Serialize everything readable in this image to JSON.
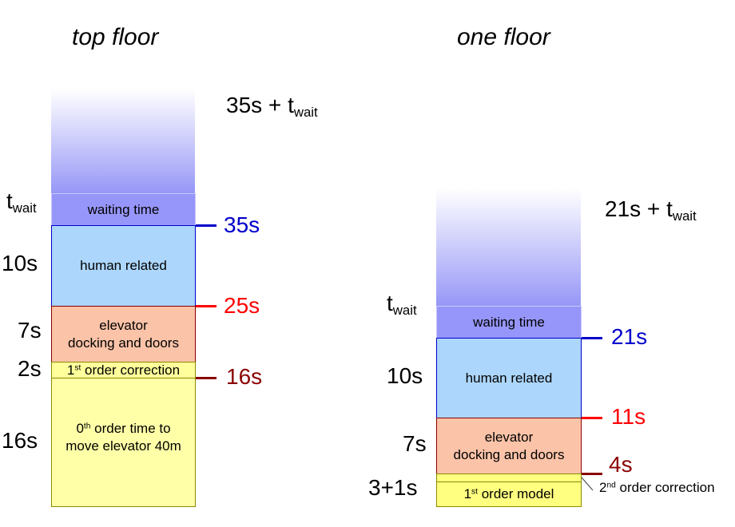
{
  "left": {
    "title": "top floor",
    "total": "35s + ",
    "total_sub_t": "t",
    "total_sub": "wait",
    "segments": {
      "waiting": {
        "label": "waiting time",
        "side_t": "t",
        "side_sub": "wait"
      },
      "human": {
        "label": "human related",
        "side": "10s"
      },
      "elevator": {
        "label1": "elevator",
        "label2": "docking and doors",
        "side": "7s"
      },
      "first": {
        "label_pre": "1",
        "label_sup": "st",
        "label_post": " order correction",
        "side": "2s"
      },
      "zero": {
        "label_pre": "0",
        "label_sup": "th",
        "label_post": " order time to",
        "label2": "move elevator 40m",
        "side": "16s"
      }
    },
    "markers": [
      {
        "label": "35s",
        "color": "#0000cc"
      },
      {
        "label": "25s",
        "color": "#ff0000"
      },
      {
        "label": "16s",
        "color": "#8b0000"
      }
    ]
  },
  "right": {
    "title": "one floor",
    "total": "21s + ",
    "total_sub_t": "t",
    "total_sub": "wait",
    "segments": {
      "waiting": {
        "label": "waiting time",
        "side_t": "t",
        "side_sub": "wait"
      },
      "human": {
        "label": "human related",
        "side": "10s"
      },
      "elevator": {
        "label1": "elevator",
        "label2": "docking and doors",
        "side": "7s"
      },
      "first": {
        "label_pre": "1",
        "label_sup": "st",
        "label_post": " order model",
        "side": "3+1s"
      },
      "second": {
        "label_pre": "2",
        "label_sup": "nd",
        "label_post": " order correction"
      }
    },
    "markers": [
      {
        "label": "21s",
        "color": "#0000cc"
      },
      {
        "label": "11s",
        "color": "#ff0000"
      },
      {
        "label": "4s",
        "color": "#8b0000"
      }
    ]
  }
}
